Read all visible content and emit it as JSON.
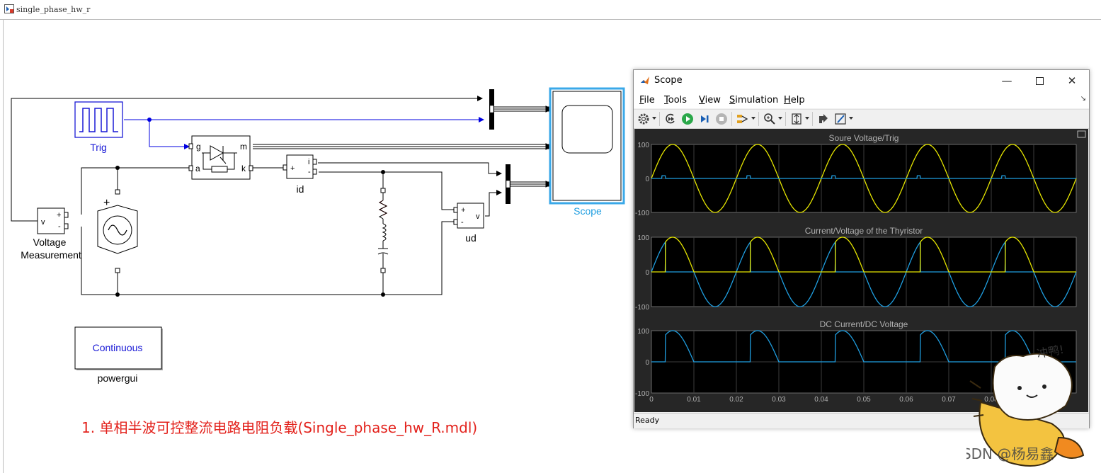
{
  "window": {
    "title": "single_phase_hw_r"
  },
  "blocks": {
    "trig_label": "Trig",
    "voltage_measurement_label_1": "Voltage",
    "voltage_measurement_label_2": "Measurement",
    "vm_port_v": "v",
    "vm_port_plus": "+",
    "vm_port_minus": "-",
    "thyristor_port_g": "g",
    "thyristor_port_m": "m",
    "thyristor_port_a": "a",
    "thyristor_port_k": "k",
    "id_label": "id",
    "id_port_i": "i",
    "id_port_plus": "+",
    "id_port_minus": "-",
    "ud_label": "ud",
    "ud_port_v": "v",
    "ud_port_plus": "+",
    "ud_port_minus": "-",
    "source_plus": "+",
    "scope_label": "Scope",
    "powergui_text": "Continuous",
    "powergui_label": "powergui"
  },
  "caption": "1. 单相半波可控整流电路电阻负载(Single_phase_hw_R.mdl)",
  "scope_window": {
    "title": "Scope",
    "menu": [
      "File",
      "Tools",
      "View",
      "Simulation",
      "Help"
    ],
    "menu_underline": [
      "F",
      "T",
      "V",
      "S",
      "H"
    ],
    "status": "Ready",
    "colors": {
      "yellow": "#e6e600",
      "blue": "#1f9ee0",
      "plot_bg": "#000000",
      "grid": "#3d3d3d"
    },
    "plots": [
      {
        "title": "Soure Voltage/Trig",
        "yticks": [
          "100",
          "0",
          "-100"
        ]
      },
      {
        "title": "Current/Voltage of the Thyristor",
        "yticks": [
          "100",
          "0",
          "-100"
        ]
      },
      {
        "title": "DC Current/DC Voltage",
        "yticks": [
          "100",
          "0",
          "-100"
        ]
      }
    ],
    "xticks": [
      "0",
      "0.01",
      "0.02",
      "0.03",
      "0.04",
      "0.05",
      "0.06",
      "0.07",
      "0.08"
    ],
    "toolbar_icons": [
      "gear-icon",
      "restart-icon",
      "run-icon",
      "step-forward-icon",
      "stop-icon",
      "highlight-icon",
      "zoom-icon",
      "axes-scale-icon",
      "cursor-icon",
      "style-icon"
    ]
  },
  "watermark": {
    "text": "CSDN @杨易鑫",
    "sticker_text": "冲鸭!"
  }
}
